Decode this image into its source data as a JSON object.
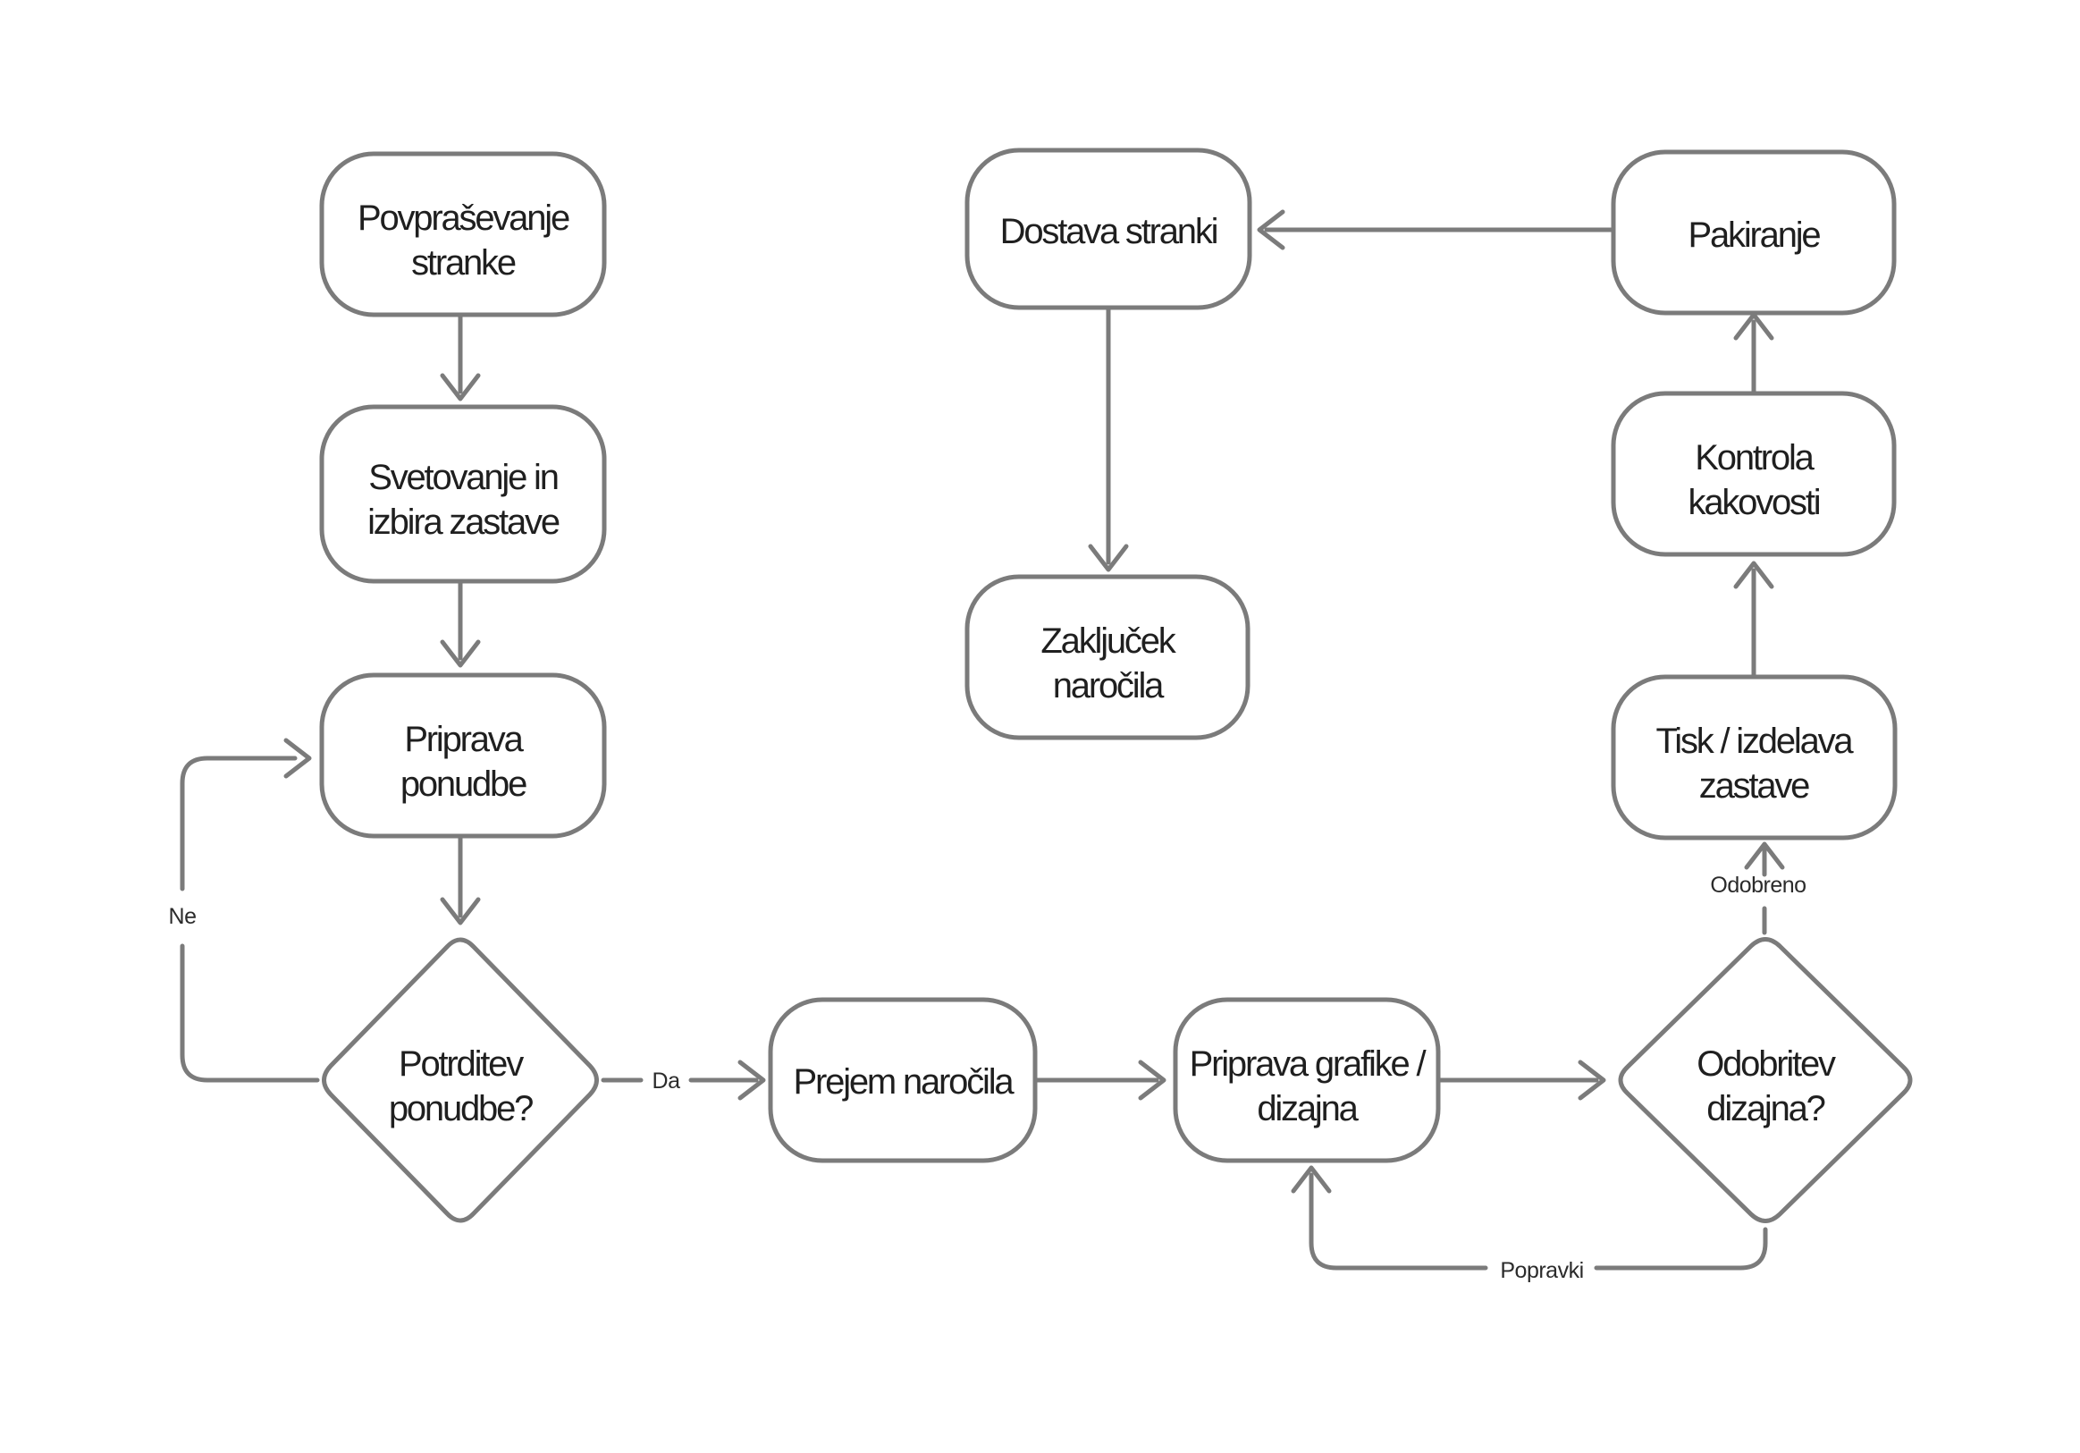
{
  "diagram": {
    "type": "flowchart",
    "language": "sl",
    "colors": {
      "stroke": "#7b7b7b",
      "text": "#1f1f1f",
      "background": "#ffffff"
    },
    "nodes": {
      "povprasevanje_stranke": {
        "type": "process",
        "line1": "Povpraševanje",
        "line2": "stranke"
      },
      "svetovanje_izbira_zastave": {
        "type": "process",
        "line1": "Svetovanje in",
        "line2": "izbira zastave"
      },
      "priprava_ponudbe": {
        "type": "process",
        "line1": "Priprava",
        "line2": "ponudbe"
      },
      "potrditev_ponudbe": {
        "type": "decision",
        "line1": "Potrditev",
        "line2": "ponudbe?"
      },
      "prejem_narocila": {
        "type": "process",
        "line1": "Prejem naročila"
      },
      "priprava_grafike_dizajna": {
        "type": "process",
        "line1": "Priprava grafike /",
        "line2": "dizajna"
      },
      "odobritev_dizajna": {
        "type": "decision",
        "line1": "Odobritev",
        "line2": "dizajna?"
      },
      "tisk_izdelava_zastave": {
        "type": "process",
        "line1": "Tisk / izdelava",
        "line2": "zastave"
      },
      "kontrola_kakovosti": {
        "type": "process",
        "line1": "Kontrola",
        "line2": "kakovosti"
      },
      "pakiranje": {
        "type": "process",
        "line1": "Pakiranje"
      },
      "dostava_stranki": {
        "type": "process",
        "line1": "Dostava stranki"
      },
      "zakljucek_narocila": {
        "type": "process",
        "line1": "Zaključek",
        "line2": "naročila"
      }
    },
    "edge_labels": {
      "ne": "Ne",
      "da": "Da",
      "odobreno": "Odobreno",
      "popravki": "Popravki"
    },
    "edges": [
      {
        "from": "povprasevanje_stranke",
        "to": "svetovanje_izbira_zastave",
        "label": ""
      },
      {
        "from": "svetovanje_izbira_zastave",
        "to": "priprava_ponudbe",
        "label": ""
      },
      {
        "from": "priprava_ponudbe",
        "to": "potrditev_ponudbe",
        "label": ""
      },
      {
        "from": "potrditev_ponudbe",
        "to": "priprava_ponudbe",
        "label": "Ne"
      },
      {
        "from": "potrditev_ponudbe",
        "to": "prejem_narocila",
        "label": "Da"
      },
      {
        "from": "prejem_narocila",
        "to": "priprava_grafike_dizajna",
        "label": ""
      },
      {
        "from": "priprava_grafike_dizajna",
        "to": "odobritev_dizajna",
        "label": ""
      },
      {
        "from": "odobritev_dizajna",
        "to": "priprava_grafike_dizajna",
        "label": "Popravki"
      },
      {
        "from": "odobritev_dizajna",
        "to": "tisk_izdelava_zastave",
        "label": "Odobreno"
      },
      {
        "from": "tisk_izdelava_zastave",
        "to": "kontrola_kakovosti",
        "label": ""
      },
      {
        "from": "kontrola_kakovosti",
        "to": "pakiranje",
        "label": ""
      },
      {
        "from": "pakiranje",
        "to": "dostava_stranki",
        "label": ""
      },
      {
        "from": "dostava_stranki",
        "to": "zakljucek_narocila",
        "label": ""
      }
    ]
  }
}
